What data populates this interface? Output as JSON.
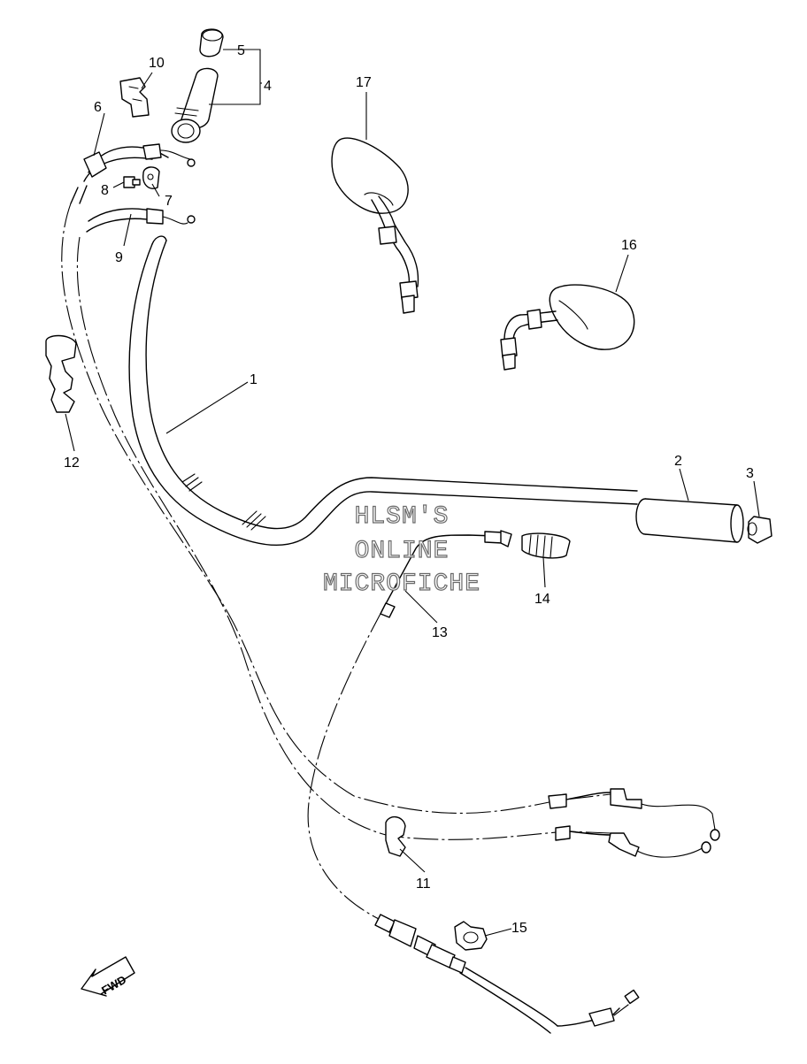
{
  "diagram": {
    "callouts": [
      {
        "id": "c1",
        "label": "1"
      },
      {
        "id": "c2",
        "label": "2"
      },
      {
        "id": "c3",
        "label": "3"
      },
      {
        "id": "c4",
        "label": "4"
      },
      {
        "id": "c5",
        "label": "5"
      },
      {
        "id": "c6",
        "label": "6"
      },
      {
        "id": "c7",
        "label": "7"
      },
      {
        "id": "c8",
        "label": "8"
      },
      {
        "id": "c9",
        "label": "9"
      },
      {
        "id": "c10",
        "label": "10"
      },
      {
        "id": "c11",
        "label": "11"
      },
      {
        "id": "c12",
        "label": "12"
      },
      {
        "id": "c13",
        "label": "13"
      },
      {
        "id": "c14",
        "label": "14"
      },
      {
        "id": "c15",
        "label": "15"
      },
      {
        "id": "c16",
        "label": "16"
      },
      {
        "id": "c17",
        "label": "17"
      }
    ],
    "watermark": {
      "line1": "HLSM'S",
      "line2": "ONLINE",
      "line3": "MICROFICHE"
    },
    "direction_arrow": {
      "label": "FWD",
      "icon": "forward-arrow-icon"
    }
  }
}
